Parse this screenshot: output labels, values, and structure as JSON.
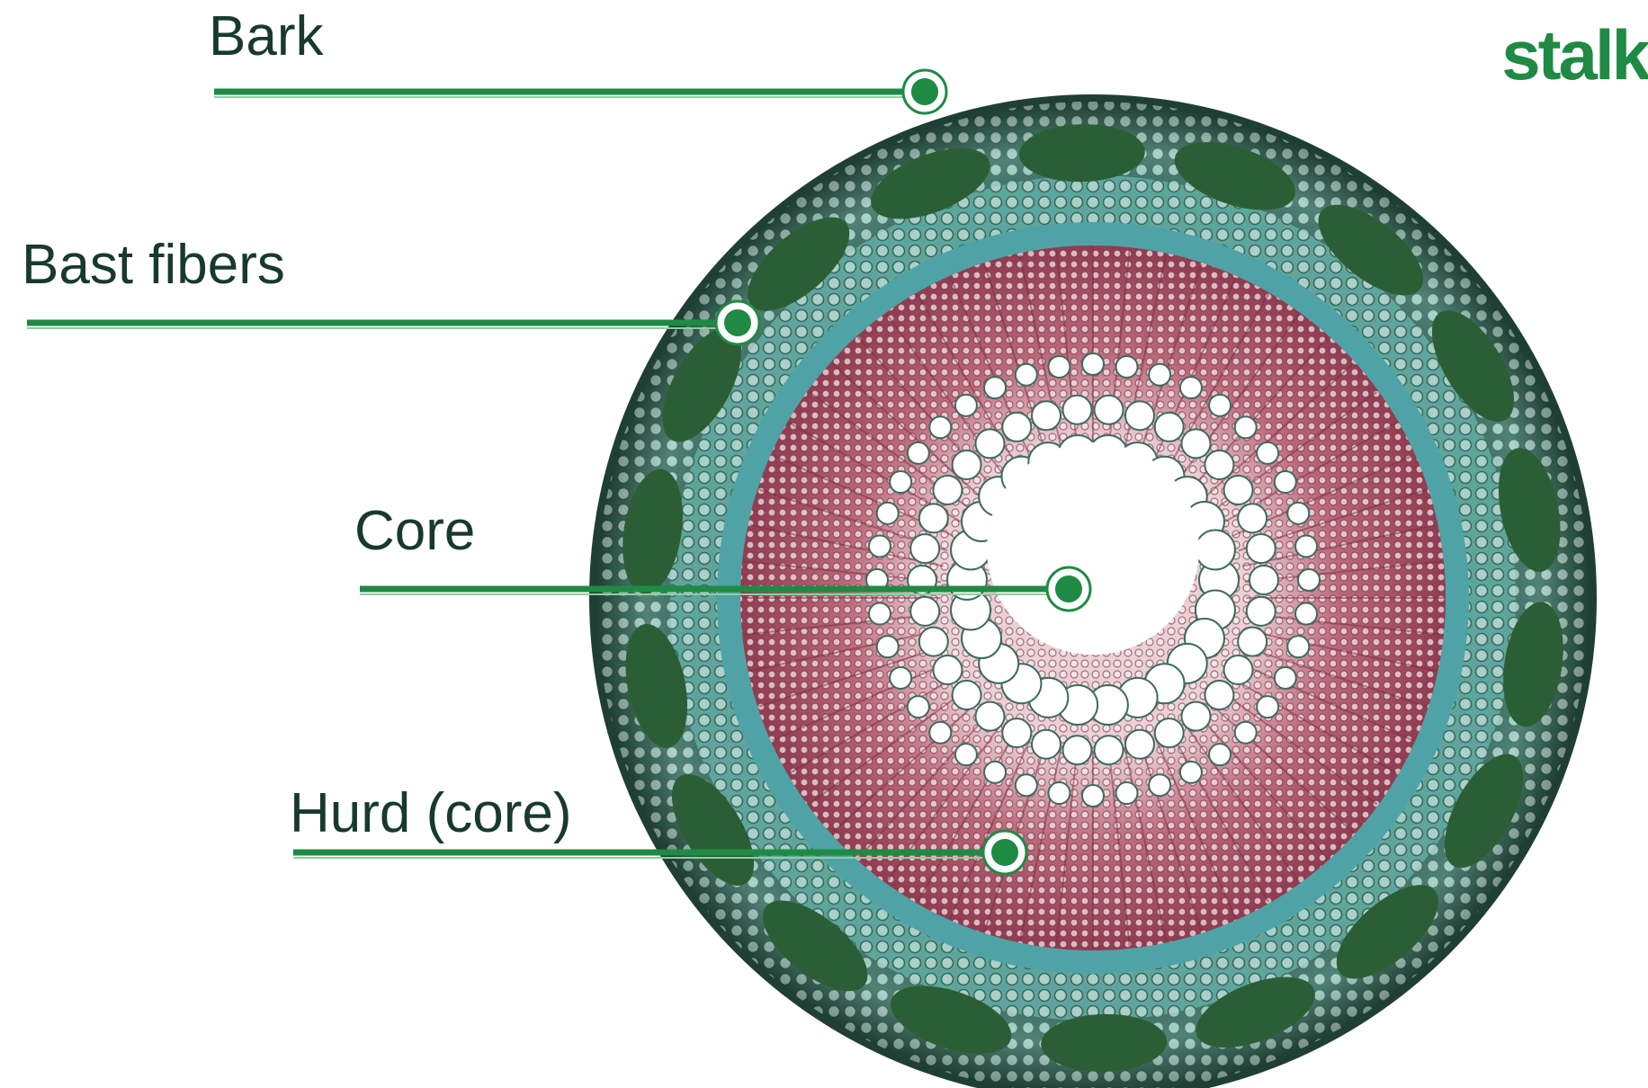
{
  "labels": {
    "bark": "Bark",
    "bast_fibers": "Bast fibers",
    "core": "Core",
    "hurd": "Hurd (core)"
  },
  "logo": {
    "text": "stalk"
  },
  "colors": {
    "label_text": "#173a2c",
    "leader": "#1f8a43",
    "logo": "#1f8a43",
    "bark_cells": "#6aa8a0",
    "bast_bundles": "#2b5e35",
    "xylem": "#a24b5e",
    "cambium": "#4fa3a6"
  },
  "icons": {
    "leader_end": "target-dot-icon"
  }
}
